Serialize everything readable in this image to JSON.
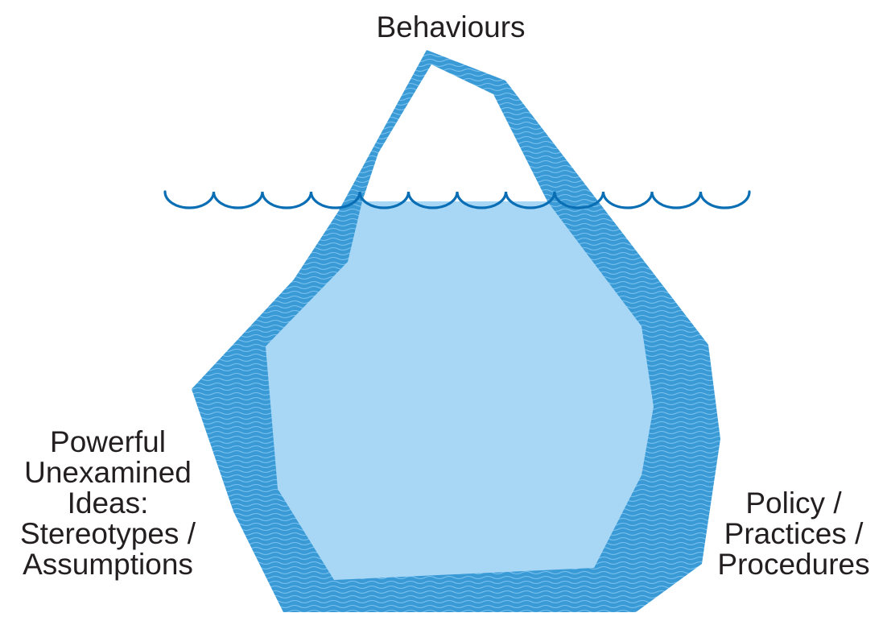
{
  "labels": {
    "top": [
      "Behaviours"
    ],
    "left": [
      "Powerful",
      "Unexamined",
      "Ideas:",
      "Stereotypes /",
      "Assumptions"
    ],
    "right": [
      "Policy /",
      "Practices /",
      "Procedures"
    ]
  },
  "colors": {
    "outer_band": "#3a9ad6",
    "inner_fill": "#a8d7f6",
    "wave_line": "#0a6eb4",
    "band_texture": "#7cc2ee",
    "text": "#231f20"
  },
  "icons": {
    "iceberg": "iceberg-shape",
    "waterline": "scalloped-wave-line"
  }
}
